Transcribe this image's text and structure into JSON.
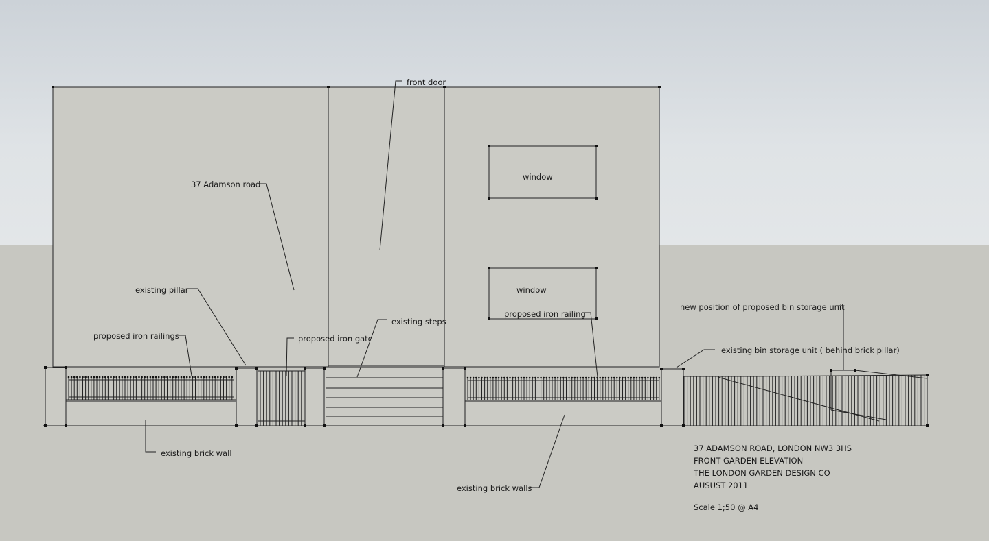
{
  "labels": {
    "front_door": "front door",
    "house": "37 Adamson road",
    "window_upper": "window",
    "window_lower": "window",
    "existing_pillar": "existing pillar",
    "proposed_iron_railings": "proposed iron railings",
    "proposed_iron_gate": "proposed iron gate",
    "existing_steps": "existing steps",
    "proposed_iron_railing": "proposed iron railing",
    "new_bin_position": "new position of proposed bin storage unit",
    "existing_bin_unit": "existing bin storage unit ( behind brick pillar)",
    "existing_brick_wall": "existing brick wall",
    "existing_brick_walls": "existing brick walls"
  },
  "title_block": {
    "address": "37 ADAMSON ROAD, LONDON NW3 3HS",
    "drawing": "FRONT GARDEN ELEVATION",
    "company": "THE LONDON GARDEN DESIGN CO",
    "date": "AUSUST 2011",
    "scale": "Scale 1;50 @ A4"
  },
  "colors": {
    "sky_top": "#ccd2d8",
    "ground": "#c7c7c1",
    "facade": "#cbcbc5",
    "line": "#222222"
  }
}
